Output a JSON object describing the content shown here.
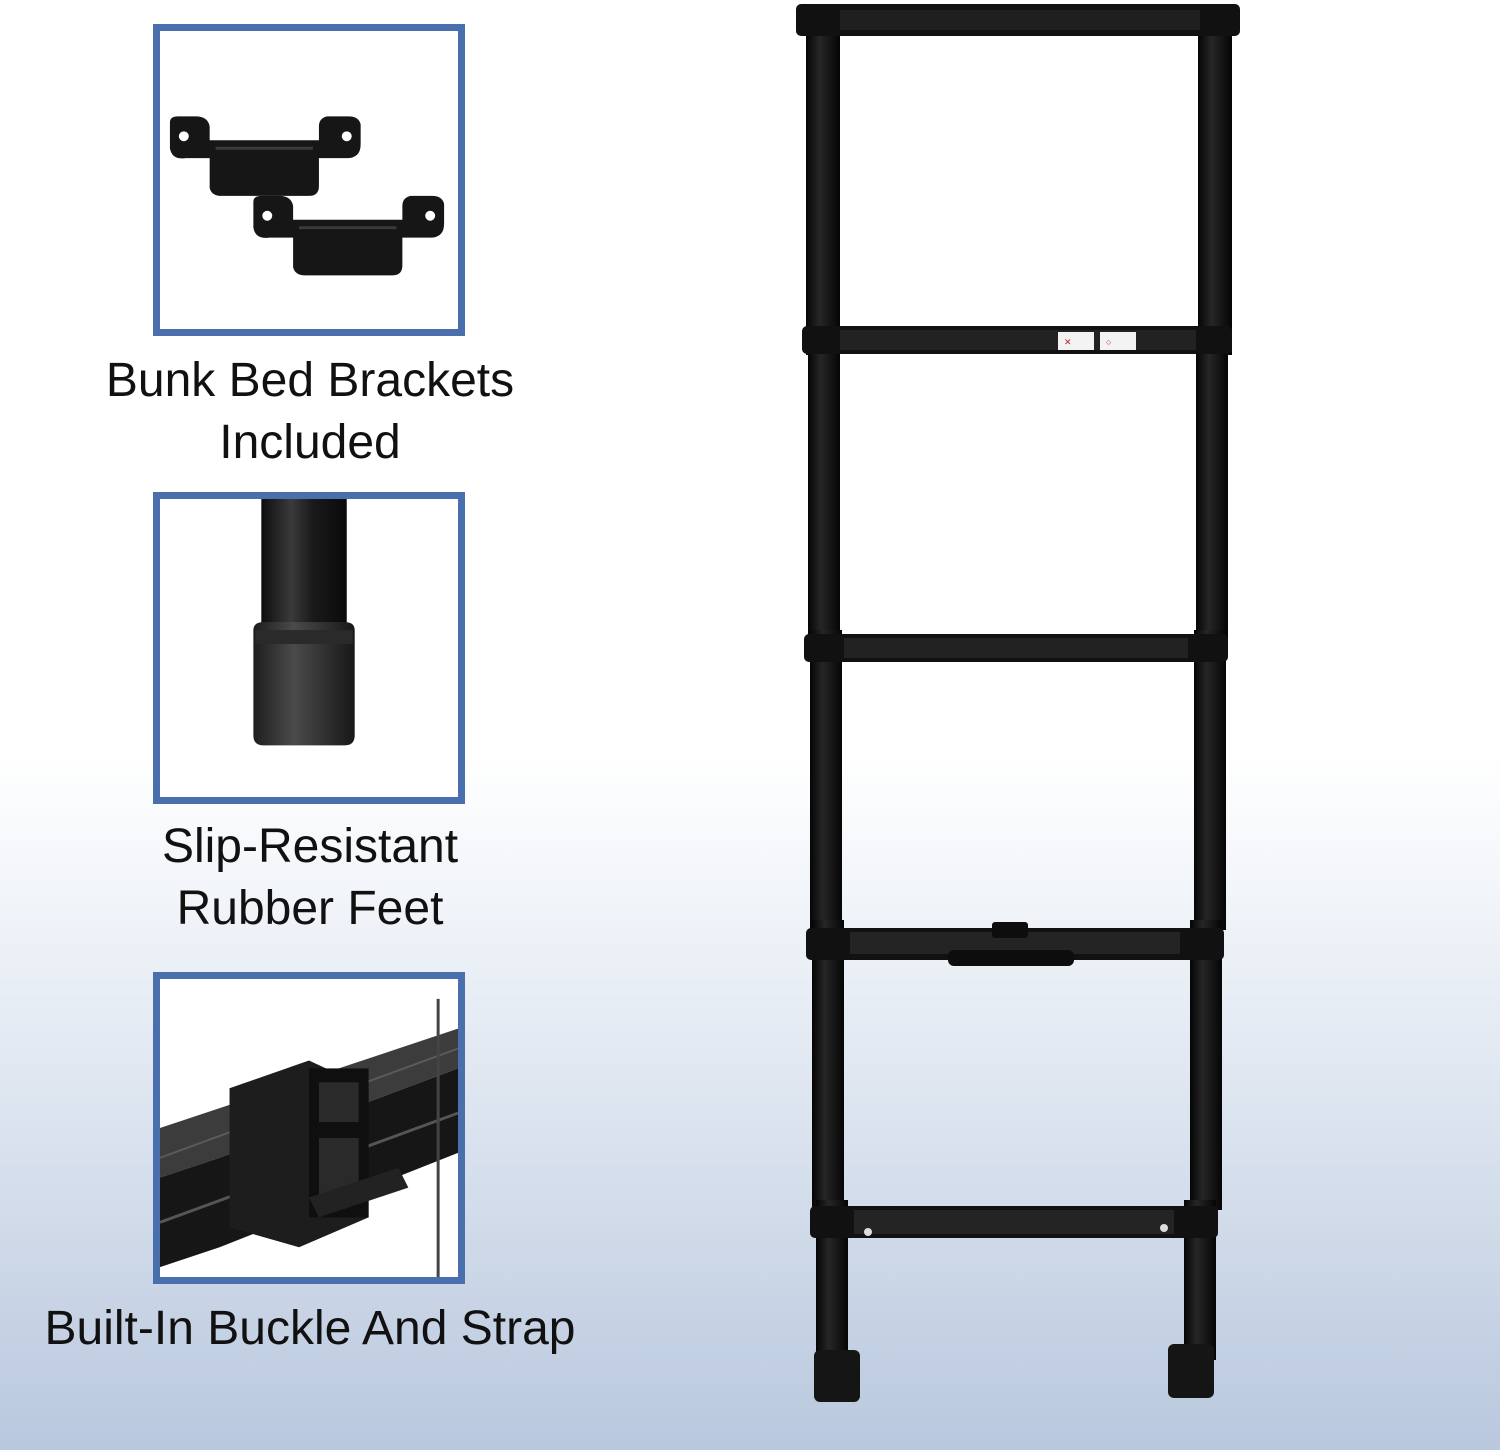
{
  "features": [
    {
      "id": "brackets",
      "image": "bunk-bed-brackets-photo",
      "caption": [
        "Bunk Bed Brackets",
        "Included"
      ]
    },
    {
      "id": "feet",
      "image": "rubber-foot-photo",
      "caption": [
        "Slip-Resistant",
        "Rubber Feet"
      ]
    },
    {
      "id": "buckle",
      "image": "buckle-strap-photo",
      "caption": [
        "Built-In Buckle And Strap"
      ]
    }
  ],
  "product_image": "telescoping-bunk-bed-ladder-photo",
  "colors": {
    "frame_border": "#4a6fad",
    "ladder": "#111111",
    "background_bottom": "#b9c8de"
  }
}
